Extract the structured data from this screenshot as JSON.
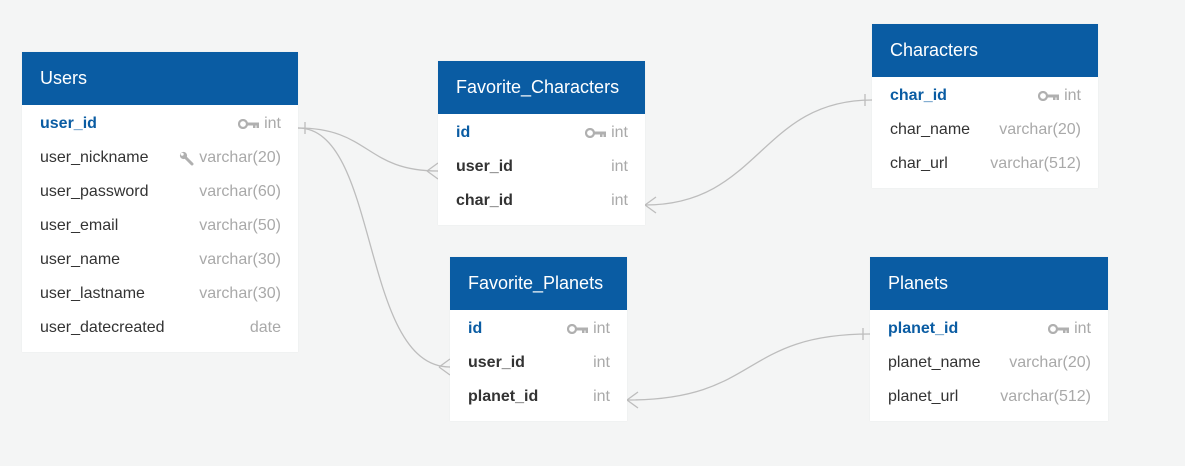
{
  "tables": {
    "users": {
      "title": "Users",
      "fields": [
        {
          "name": "user_id",
          "type": "int",
          "icon": "key-icon"
        },
        {
          "name": "user_nickname",
          "type": "varchar(20)",
          "icon": "wrench-icon"
        },
        {
          "name": "user_password",
          "type": "varchar(60)"
        },
        {
          "name": "user_email",
          "type": "varchar(50)"
        },
        {
          "name": "user_name",
          "type": "varchar(30)"
        },
        {
          "name": "user_lastname",
          "type": "varchar(30)"
        },
        {
          "name": "user_datecreated",
          "type": "date"
        }
      ]
    },
    "favorite_characters": {
      "title": "Favorite_Characters",
      "fields": [
        {
          "name": "id",
          "type": "int",
          "icon": "key-icon"
        },
        {
          "name": "user_id",
          "type": "int"
        },
        {
          "name": "char_id",
          "type": "int"
        }
      ]
    },
    "favorite_planets": {
      "title": "Favorite_Planets",
      "fields": [
        {
          "name": "id",
          "type": "int",
          "icon": "key-icon"
        },
        {
          "name": "user_id",
          "type": "int"
        },
        {
          "name": "planet_id",
          "type": "int"
        }
      ]
    },
    "characters": {
      "title": "Characters",
      "fields": [
        {
          "name": "char_id",
          "type": "int",
          "icon": "key-icon"
        },
        {
          "name": "char_name",
          "type": "varchar(20)"
        },
        {
          "name": "char_url",
          "type": "varchar(512)"
        }
      ]
    },
    "planets": {
      "title": "Planets",
      "fields": [
        {
          "name": "planet_id",
          "type": "int",
          "icon": "key-icon"
        },
        {
          "name": "planet_name",
          "type": "varchar(20)"
        },
        {
          "name": "planet_url",
          "type": "varchar(512)"
        }
      ]
    }
  },
  "colors": {
    "header_bg": "#0a5ca3",
    "primary_key_text": "#0a5ca3",
    "connector": "#bdbdbd",
    "canvas_bg": "#f4f5f5"
  }
}
